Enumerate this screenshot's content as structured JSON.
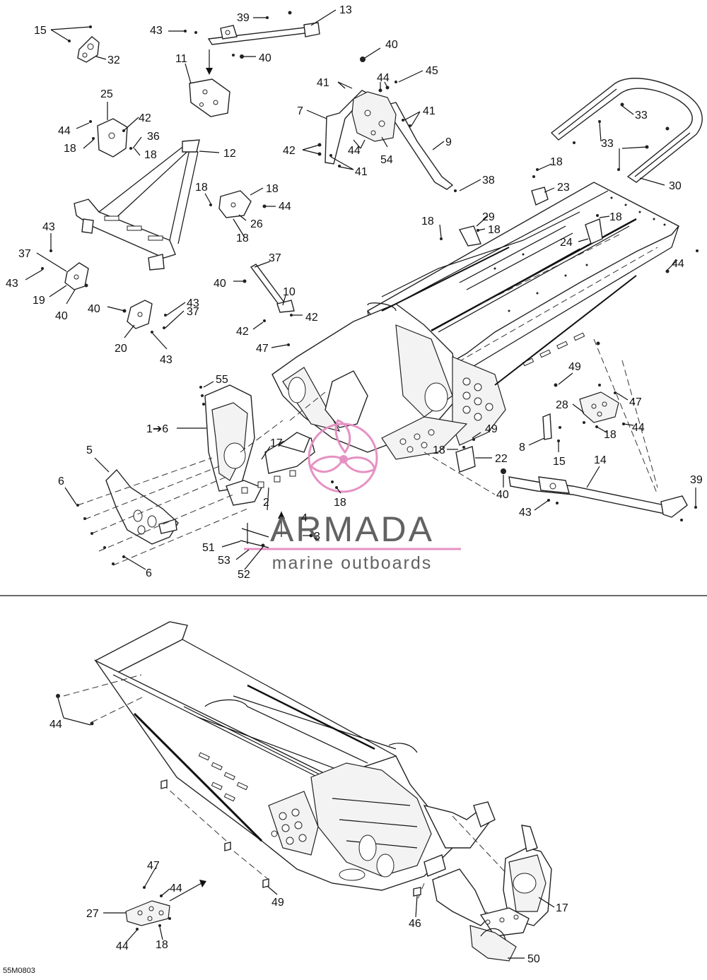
{
  "diagram": {
    "code": "55M0803",
    "watermark": {
      "brand": "ARMADA",
      "subtitle": "marine outboards",
      "accent_color": "#e58cc0",
      "text_color": "#5a5a5a"
    },
    "callouts": {
      "c15a": "15",
      "c32": "32",
      "c43a": "43",
      "c39a": "39",
      "c13": "13",
      "c40a": "40",
      "c11": "11",
      "c40b": "40",
      "c41a": "41",
      "c44a": "44",
      "c45": "45",
      "c7": "7",
      "c41b": "41",
      "c42a": "42",
      "c44b": "44",
      "c54": "54",
      "c41c": "41",
      "c9": "9",
      "c38": "38",
      "c33a": "33",
      "c33b": "33",
      "c30": "30",
      "c25": "25",
      "c42b": "42",
      "c44c": "44",
      "c36": "36",
      "c18a": "18",
      "c18b": "18",
      "c12": "12",
      "c18c": "18",
      "c18d": "18",
      "c44d": "44",
      "c26": "26",
      "c18e": "18",
      "c18f": "18",
      "c23": "23",
      "c18g": "18",
      "c29": "29",
      "c18h": "18",
      "c18i": "18",
      "c24": "24",
      "c44e": "44",
      "c43b": "43",
      "c37a": "37",
      "c43c": "43",
      "c19": "19",
      "c40c": "40",
      "c37b": "37",
      "c40d": "40",
      "c10": "10",
      "c42c": "42",
      "c42d": "42",
      "c47a": "47",
      "c43d": "43",
      "c40e": "40",
      "c37c": "37",
      "c20": "20",
      "c43e": "43",
      "c49a": "49",
      "c28": "28",
      "c47b": "47",
      "c18j": "18",
      "c44f": "44",
      "c55": "55",
      "c1to6": "1➔6",
      "c49b": "49",
      "c8": "8",
      "c15b": "15",
      "c17a": "17",
      "c18k": "18",
      "c22": "22",
      "c5": "5",
      "c14": "14",
      "c39b": "39",
      "c6a": "6",
      "c2": "2",
      "c4": "4",
      "c18l": "18",
      "c40f": "40",
      "c43f": "43",
      "c3": "3",
      "c51": "51",
      "c53": "53",
      "c52": "52",
      "c6b": "6",
      "c44g": "44",
      "c49c": "49",
      "c47c": "47",
      "c44h": "44",
      "c27": "27",
      "c44i": "44",
      "c18m": "18",
      "c46": "46",
      "c17b": "17",
      "c50": "50"
    }
  }
}
